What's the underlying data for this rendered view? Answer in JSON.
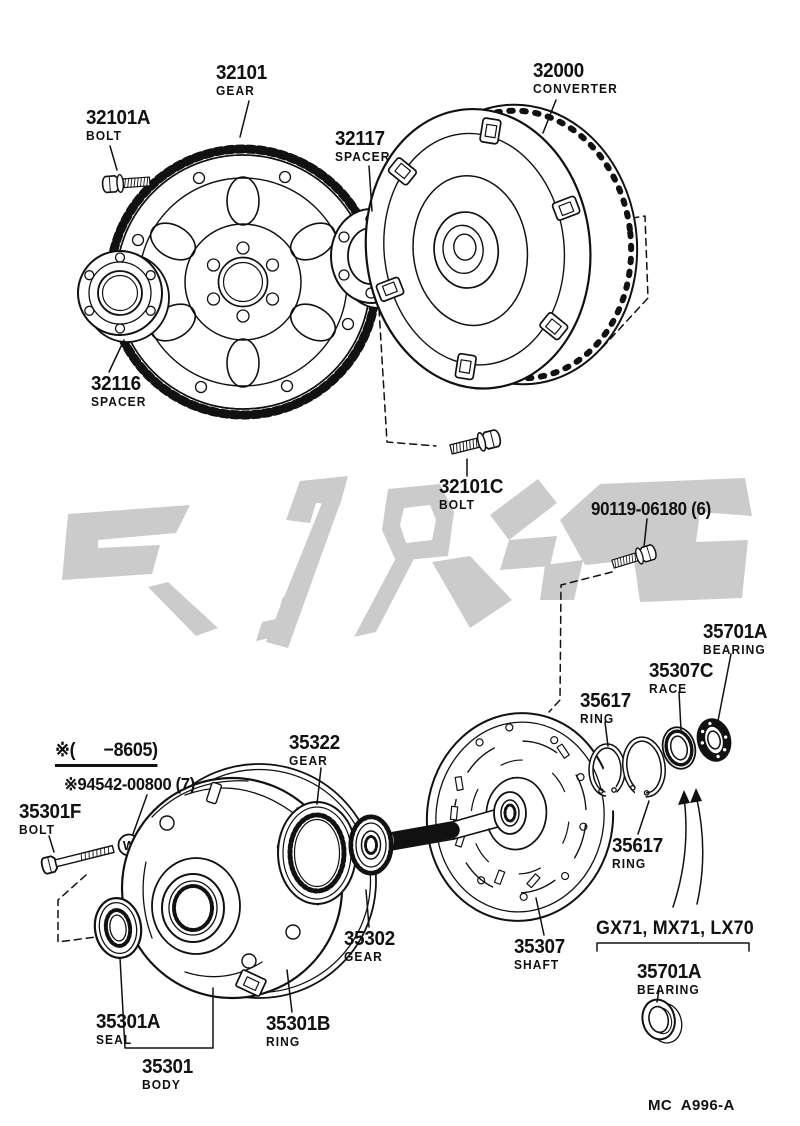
{
  "colors": {
    "line": "#111111",
    "watermark": "#cbcbcb",
    "background": "#ffffff"
  },
  "callouts": {
    "gear_32101": {
      "number": "32101",
      "name": "GEAR"
    },
    "bolt_32101a": {
      "number": "32101A",
      "name": "BOLT"
    },
    "spacer_32117": {
      "number": "32117",
      "name": "SPACER"
    },
    "converter_32000": {
      "number": "32000",
      "name": "CONVERTER"
    },
    "spacer_32116": {
      "number": "32116",
      "name": "SPACER"
    },
    "bolt_32101c": {
      "number": "32101C",
      "name": "BOLT"
    },
    "bolt_90119": {
      "number": "90119-06180 (6)",
      "name": ""
    },
    "bearing_35701a_upper": {
      "number": "35701A",
      "name": "BEARING"
    },
    "race_35307c": {
      "number": "35307C",
      "name": "RACE"
    },
    "ring_35617_left": {
      "number": "35617",
      "name": "RING"
    },
    "gear_35322": {
      "number": "35322",
      "name": "GEAR"
    },
    "note_8605": {
      "number": "※(      −8605)",
      "name": ""
    },
    "washer_94542": {
      "number": "※94542-00800 (7)",
      "name": ""
    },
    "bolt_35301f": {
      "number": "35301F",
      "name": "BOLT"
    },
    "gear_35302": {
      "number": "35302",
      "name": "GEAR"
    },
    "shaft_35307": {
      "number": "35307",
      "name": "SHAFT"
    },
    "ring_35617_right": {
      "number": "35617",
      "name": "RING"
    },
    "models_gx71": {
      "number": "GX71, MX71, LX70",
      "name": ""
    },
    "bearing_35701a_lower": {
      "number": "35701A",
      "name": "BEARING"
    },
    "seal_35301a": {
      "number": "35301A",
      "name": "SEAL"
    },
    "ring_35301b": {
      "number": "35301B",
      "name": "RING"
    },
    "body_35301": {
      "number": "35301",
      "name": "BODY"
    }
  },
  "drawing": {
    "washer_symbol": "W"
  },
  "footer": {
    "code": "MC  A996-A"
  }
}
